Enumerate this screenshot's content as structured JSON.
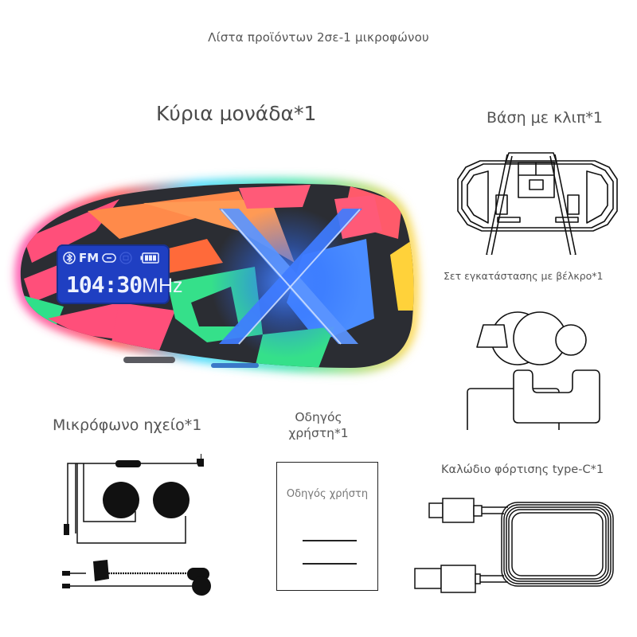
{
  "page": {
    "title": "Λίστα προϊόντων 2σε-1 μικροφώνου"
  },
  "items": {
    "main_unit": {
      "label": "Κύρια μονάδα*1",
      "lcd": {
        "icons": [
          "bluetooth-icon",
          "fm-label",
          "link-icon",
          "camera-icon-dim",
          "battery-icon"
        ],
        "fm_text": "FM",
        "frequency": "104:30",
        "unit": "MHz",
        "bg_color": "#1f3fc2"
      },
      "accent_color": "#2f6fff"
    },
    "clip_mount": {
      "label": "Βάση με κλιπ*1"
    },
    "velcro_kit": {
      "label": "Σετ εγκατάστασης με βέλκρο*1"
    },
    "mic_speaker": {
      "label": "Μικρόφωνο ηχείο*1"
    },
    "user_manual": {
      "label_line1": "Οδηγός",
      "label_line2": "χρήστη*1",
      "cover_text": "Οδηγός χρήστη"
    },
    "charging_cable": {
      "label": "Καλώδιο φόρτισης type-C*1"
    }
  }
}
